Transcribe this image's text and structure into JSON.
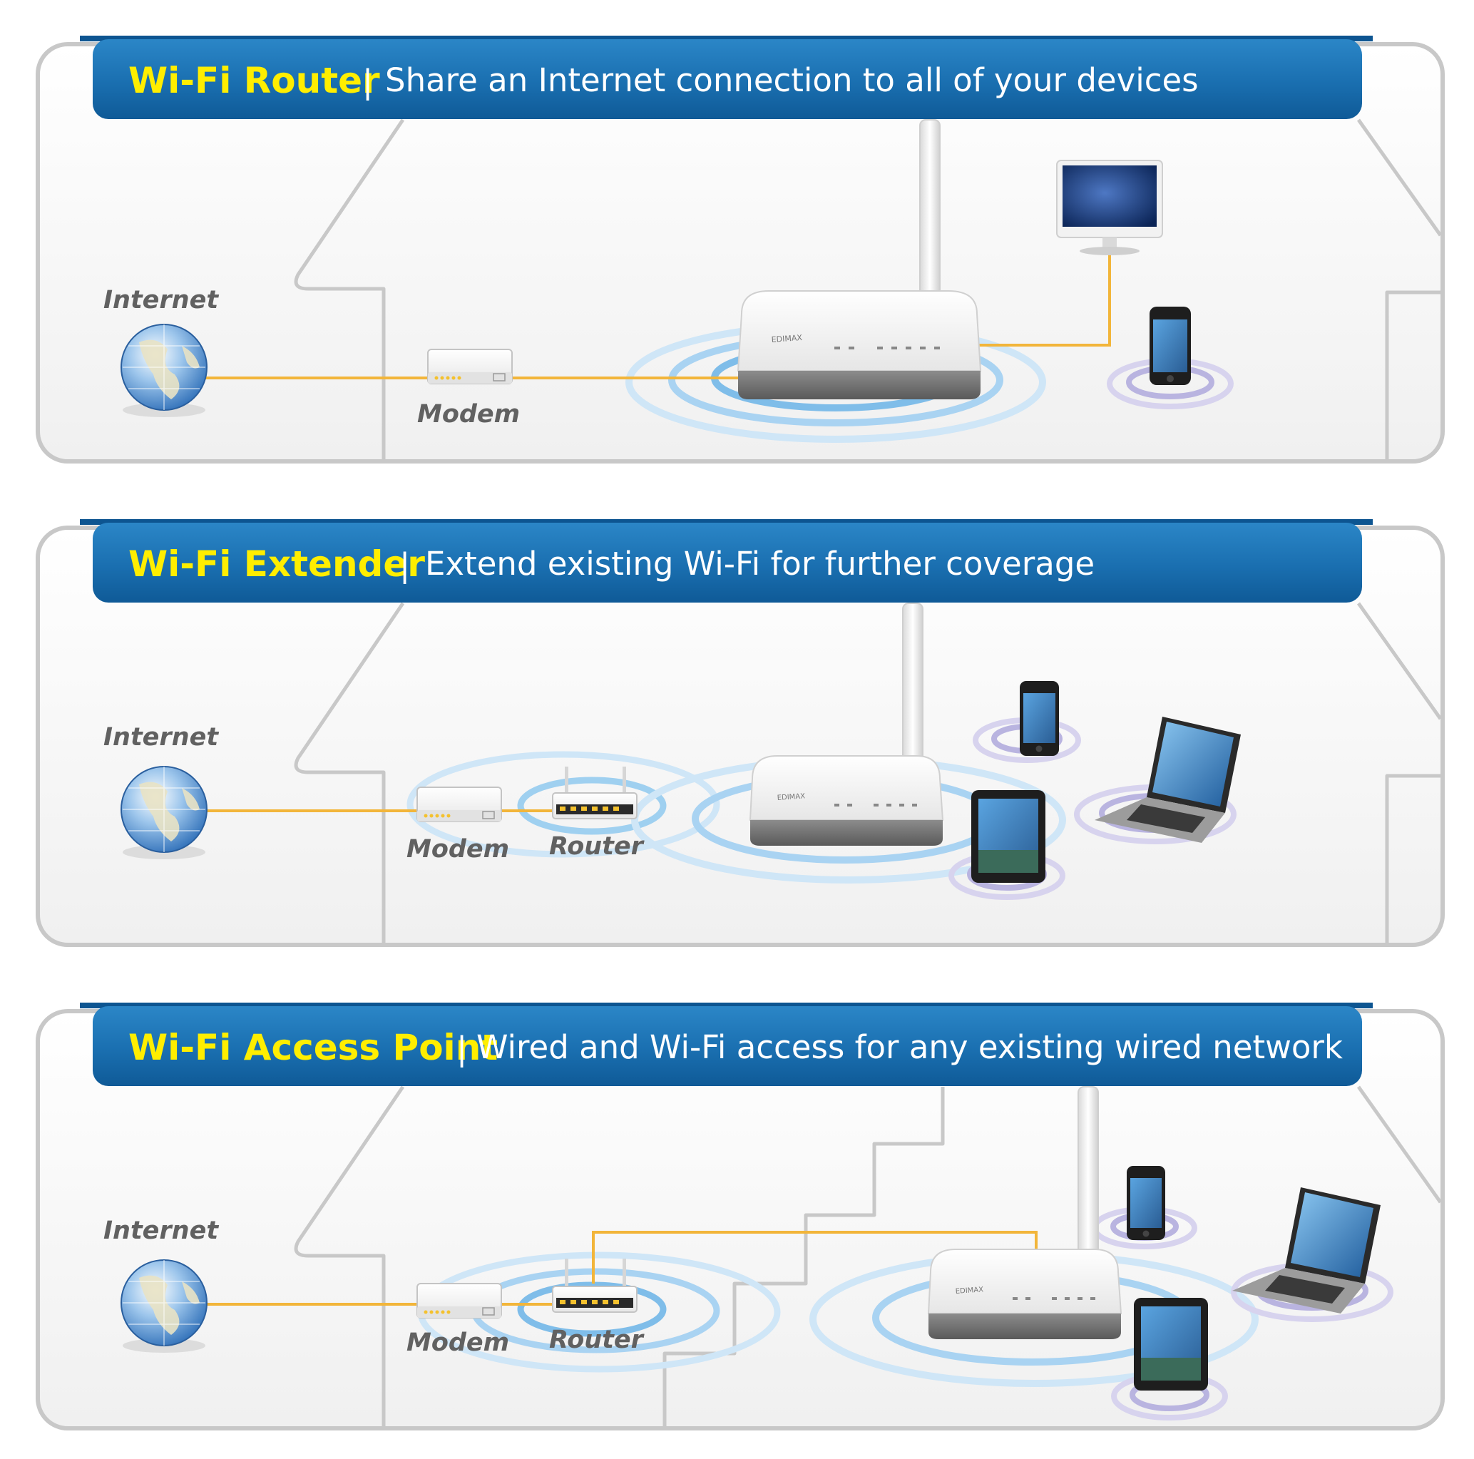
{
  "colors": {
    "banner": "#1a6fb0",
    "banner_dark": "#0d5591",
    "title_accent": "#ffee00",
    "desc_text": "#ffffff",
    "cable": "#f2b53a",
    "ring": "#9fd0f0",
    "ring_purple": "#b9b4e0",
    "label_text": "#616161"
  },
  "panels": [
    {
      "title": "Wi-Fi Router",
      "separator": "|",
      "description": "Share an Internet connection to all of your devices",
      "labels": {
        "internet": "Internet",
        "modem": "Modem"
      }
    },
    {
      "title": "Wi-Fi Extender",
      "separator": "|",
      "description": "Extend existing Wi-Fi for further coverage",
      "labels": {
        "internet": "Internet",
        "modem": "Modem",
        "router": "Router"
      }
    },
    {
      "title": "Wi-Fi Access Point",
      "separator": "|",
      "description": "Wired and Wi-Fi access for any existing wired network",
      "labels": {
        "internet": "Internet",
        "modem": "Modem",
        "router": "Router"
      }
    }
  ],
  "icons": [
    "globe-icon",
    "modem-icon",
    "router-icon",
    "wifi-device-icon",
    "monitor-icon",
    "smartphone-icon",
    "tablet-icon",
    "laptop-icon"
  ]
}
